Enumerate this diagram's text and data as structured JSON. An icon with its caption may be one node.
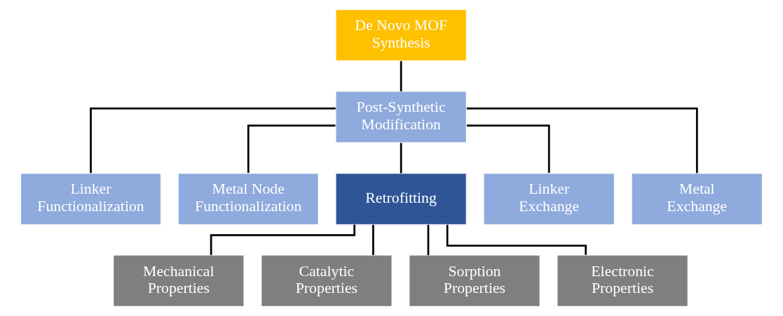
{
  "diagram": {
    "nodes": [
      {
        "text": [
          "De Novo MOF Synthesis"
        ]
      },
      {
        "text": [
          "Post-Synthetic Modification"
        ]
      },
      {
        "text": [
          "Linker Functionalization"
        ]
      },
      {
        "text": [
          "Metal Node Functionalization"
        ]
      },
      {
        "text": [
          "Retrofitting"
        ]
      },
      {
        "text": [
          "Linker Exchange"
        ]
      },
      {
        "text": [
          "Metal Exchange"
        ]
      },
      {
        "text": [
          "Mechanical Properties"
        ]
      },
      {
        "text": [
          "Catalytic Properties"
        ]
      },
      {
        "text": [
          "Sorption Properties"
        ]
      },
      {
        "text": [
          "Electronic Properties"
        ]
      }
    ],
    "edges": [
      {
        "from": 0,
        "to": 1,
        "arrow": "none"
      },
      {
        "from": 1,
        "to": 2,
        "arrow": "none"
      },
      {
        "from": 1,
        "to": 3,
        "arrow": "none"
      },
      {
        "from": 1,
        "to": 4,
        "arrow": "none"
      },
      {
        "from": 1,
        "to": 5,
        "arrow": "none"
      },
      {
        "from": 1,
        "to": 6,
        "arrow": "none"
      },
      {
        "from": 4,
        "to": 7,
        "arrow": "none"
      },
      {
        "from": 4,
        "to": 8,
        "arrow": "none"
      },
      {
        "from": 4,
        "to": 9,
        "arrow": "none"
      },
      {
        "from": 4,
        "to": 10,
        "arrow": "none"
      }
    ]
  }
}
